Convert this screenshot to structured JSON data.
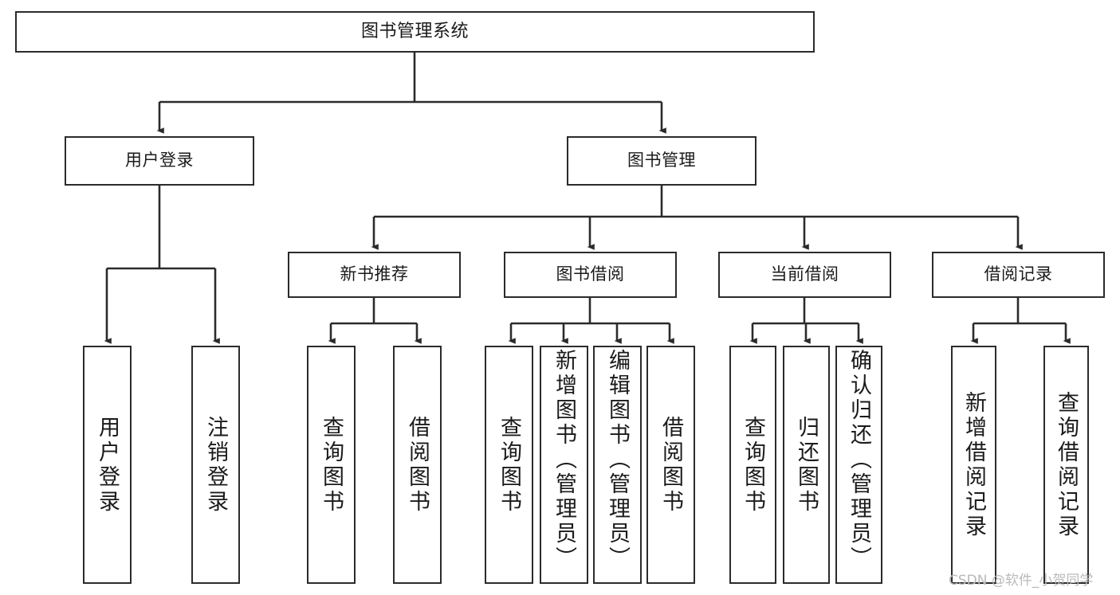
{
  "diagram": {
    "title": "图书管理系统",
    "type": "tree-hierarchy",
    "background_color": "#ffffff",
    "line_color": "#2b2b2b",
    "text_color": "#1a1a1a",
    "root": {
      "label": "图书管理系统"
    },
    "level2": [
      {
        "label": "用户登录"
      },
      {
        "label": "图书管理"
      }
    ],
    "level3": [
      {
        "label": "新书推荐"
      },
      {
        "label": "图书借阅"
      },
      {
        "label": "当前借阅"
      },
      {
        "label": "借阅记录"
      }
    ],
    "leaves": {
      "user_login": [
        {
          "label": "用户登录"
        },
        {
          "label": "注销登录"
        }
      ],
      "new_book": [
        {
          "label": "查询图书"
        },
        {
          "label": "借阅图书"
        }
      ],
      "book_borrow": [
        {
          "label": "查询图书"
        },
        {
          "label": "新增图书（管理员）"
        },
        {
          "label": "编辑图书（管理员）"
        },
        {
          "label": "借阅图书"
        }
      ],
      "current_borrow": [
        {
          "label": "查询图书"
        },
        {
          "label": "归还图书"
        },
        {
          "label": "确认归还（管理员）"
        }
      ],
      "borrow_record": [
        {
          "label": "新增借阅记录"
        },
        {
          "label": "查询借阅记录"
        }
      ]
    }
  },
  "watermark": {
    "text": "CSDN @软件_小贺同学",
    "color": "#b9b9b9"
  }
}
